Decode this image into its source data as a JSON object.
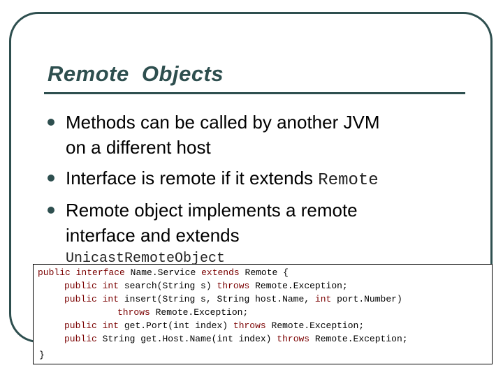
{
  "slide": {
    "title": "Remote  Objects",
    "bullets": [
      {
        "line1": "Methods can be called by another JVM",
        "line2": "on a different host"
      },
      {
        "text": "Interface is remote if it extends ",
        "code": "Remote"
      },
      {
        "line1": "Remote object implements a remote",
        "line2": "interface and extends",
        "code": "UnicastRemoteObject"
      }
    ]
  },
  "code": {
    "line1": {
      "k1": "public",
      "k2": "interface",
      "name": "Name.Service",
      "k3": "extends",
      "rest": "Remote {"
    },
    "line2": {
      "k1": "public",
      "k2": "int",
      "sig": "search(String s)",
      "k3": "throws",
      "rest": "Remote.Exception;"
    },
    "line3": {
      "k1": "public",
      "k2": "int",
      "sig": "insert(String s, String host.Name,",
      "k3": "int",
      "rest": "port.Number)"
    },
    "line4": {
      "k1": "throws",
      "rest": "Remote.Exception;"
    },
    "line5": {
      "k1": "public",
      "k2": "int",
      "sig": "get.Port(int index)",
      "k3": "throws",
      "rest": "Remote.Exception;"
    },
    "line6": {
      "k1": "public",
      "k2": "String",
      "sig": "get.Host.Name(int index)",
      "k3": "throws",
      "rest": "Remote.Exception;"
    },
    "line7": "}"
  },
  "colors": {
    "accent": "#2e4f4f",
    "keyword": "#7a0000"
  }
}
